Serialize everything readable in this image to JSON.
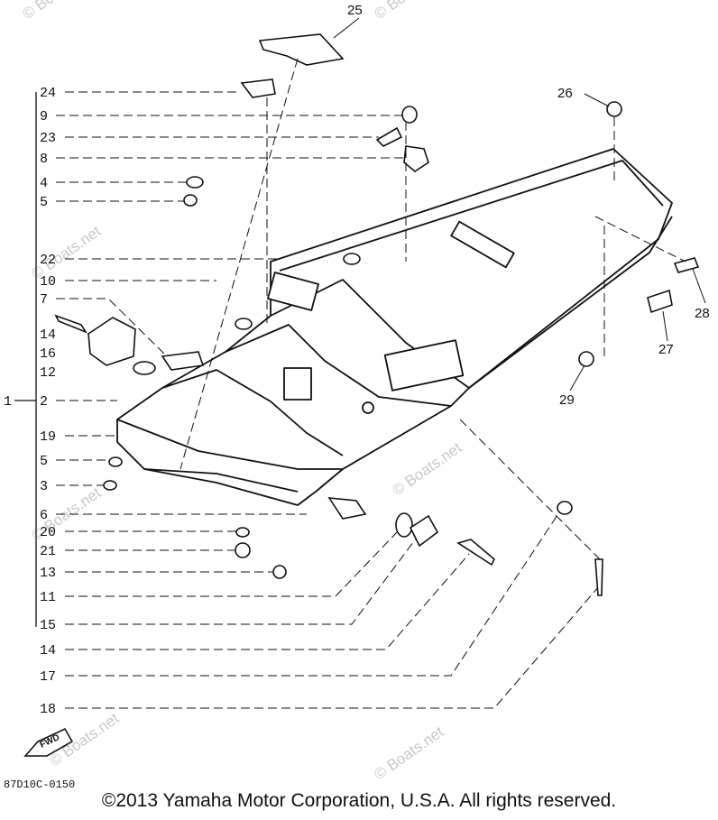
{
  "diagram": {
    "left_labels": [
      "24",
      "9",
      "23",
      "8",
      "4",
      "5",
      "22",
      "10",
      "7",
      "14",
      "16",
      "12",
      "2",
      "19",
      "5",
      "3",
      "6",
      "20",
      "21",
      "13",
      "11",
      "15",
      "14",
      "17",
      "18"
    ],
    "left_group_label": "1",
    "callouts": [
      "25",
      "26",
      "28",
      "27",
      "29"
    ],
    "watermark": "© Boats.net",
    "code": "87D10C-0150",
    "fwd": "FWD"
  },
  "footer": {
    "copyright": "©2013 Yamaha Motor Corporation, U.S.A. All rights reserved."
  }
}
